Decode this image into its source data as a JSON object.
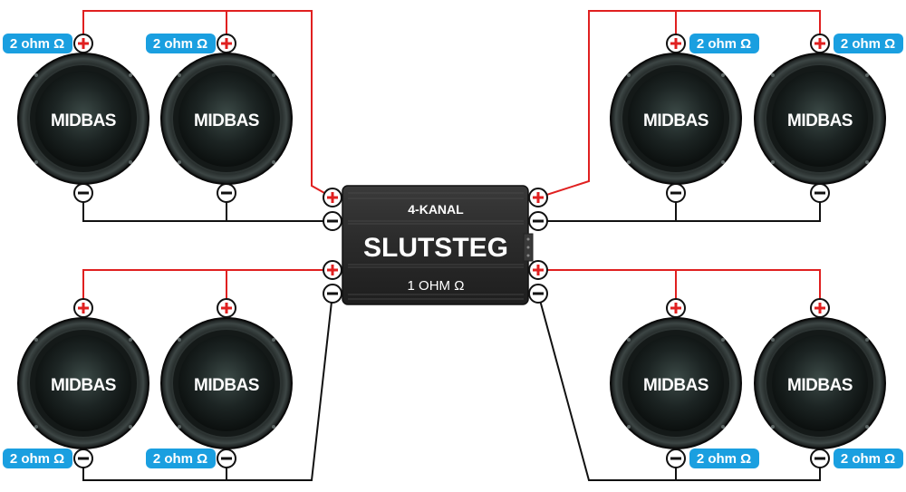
{
  "amplifier": {
    "channel_label": "4-KANAL",
    "title": "SLUTSTEG",
    "impedance_label": "1 OHM Ω"
  },
  "speakers": [
    {
      "label": "MIDBAS",
      "ohm_label": "2 ohm Ω"
    },
    {
      "label": "MIDBAS",
      "ohm_label": "2 ohm Ω"
    },
    {
      "label": "MIDBAS",
      "ohm_label": "2 ohm Ω"
    },
    {
      "label": "MIDBAS",
      "ohm_label": "2 ohm Ω"
    },
    {
      "label": "MIDBAS",
      "ohm_label": "2 ohm Ω"
    },
    {
      "label": "MIDBAS",
      "ohm_label": "2 ohm Ω"
    },
    {
      "label": "MIDBAS",
      "ohm_label": "2 ohm Ω"
    },
    {
      "label": "MIDBAS",
      "ohm_label": "2 ohm Ω"
    }
  ],
  "colors": {
    "positive_wire": "#e02020",
    "negative_wire": "#111111",
    "badge": "#1a9fe0",
    "amp_body": "#2e2e2e"
  },
  "icons": {
    "positive_terminal": "plus-terminal-icon",
    "negative_terminal": "minus-terminal-icon"
  }
}
